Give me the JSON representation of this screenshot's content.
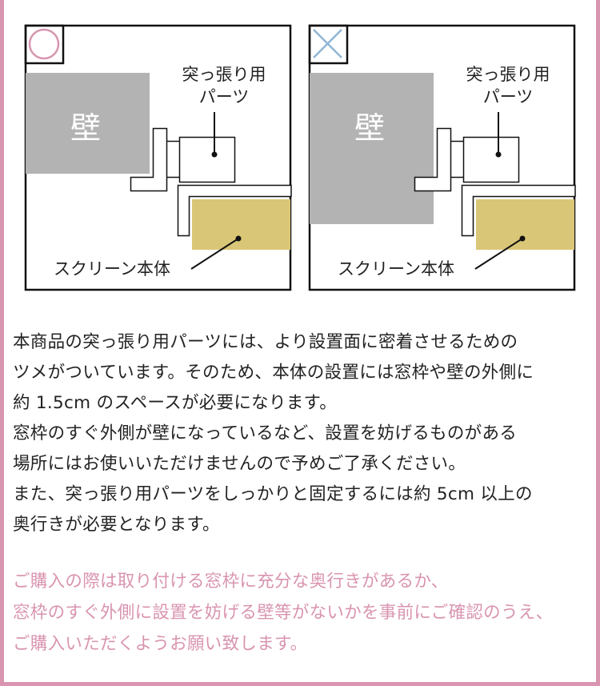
{
  "colors": {
    "accent_pink": "#d994b0",
    "wall_gray": "#b3b3b3",
    "screen_gold": "#d9c677",
    "cross_blue": "#8fb5d6"
  },
  "diagrams": [
    {
      "mark_icon": "circle-ok-icon",
      "wall_label": "壁",
      "parts_label_1": "突っ張り用",
      "parts_label_2": "パーツ",
      "screen_label": "スクリーン本体"
    },
    {
      "mark_icon": "cross-ng-icon",
      "wall_label": "壁",
      "parts_label_1": "突っ張り用",
      "parts_label_2": "パーツ",
      "screen_label": "スクリーン本体"
    }
  ],
  "body": {
    "lines": [
      "本商品の突っ張り用パーツには、より設置面に密着させるための",
      "ツメがついています。そのため、本体の設置には窓枠や壁の外側に",
      "約 1.5cm のスペースが必要になります。",
      "窓枠のすぐ外側が壁になっているなど、設置を妨げるものがある",
      "場所にはお使いいただけませんので予めご了承ください。",
      "また、突っ張り用パーツをしっかりと固定するには約 5cm 以上の",
      "奥行きが必要となります。"
    ]
  },
  "note": {
    "lines": [
      "ご購入の際は取り付ける窓枠に充分な奥行きがあるか、",
      "窓枠のすぐ外側に設置を妨げる壁等がないかを事前にご確認のうえ、",
      "ご購入いただくようお願い致します。"
    ]
  }
}
